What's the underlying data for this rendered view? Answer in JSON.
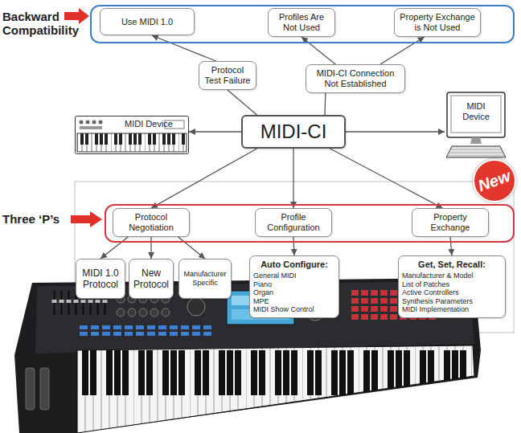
{
  "diagram": {
    "nodes": [
      {
        "text": [
          "Backward Compatibility"
        ]
      },
      {
        "text": [
          "Use MIDI 1.0"
        ],
        "in": 0
      },
      {
        "text": [
          "Profiles Are Not Used"
        ],
        "in": 0
      },
      {
        "text": [
          "Property Exchange is Not Used"
        ],
        "in": 0
      },
      {
        "text": [
          "Protocol Test Failure"
        ]
      },
      {
        "text": [
          "MIDI-CI Connection Not Established"
        ]
      },
      {
        "text": [
          "MIDI Device"
        ]
      },
      {
        "text": [
          "MIDI-CI"
        ]
      },
      {
        "text": [
          "MIDI Device"
        ]
      },
      {
        "text": [
          "New"
        ]
      },
      {
        "text": [
          "Three ‘P’s"
        ]
      },
      {
        "text": [
          "Protocol Negotiation"
        ],
        "in": 10
      },
      {
        "text": [
          "Profile Configuration"
        ],
        "in": 10
      },
      {
        "text": [
          "Property Exchange"
        ],
        "in": 10
      },
      {
        "text": [
          "MIDI 1.0 Protocol"
        ]
      },
      {
        "text": [
          "New Protocol"
        ]
      },
      {
        "text": [
          "Manufacturer Specific"
        ]
      },
      {
        "text": [
          "Auto Configure:",
          "General MIDI",
          "Piano",
          "Organ",
          "MPE",
          "MIDI Show Control"
        ]
      },
      {
        "text": [
          "Get, Set, Recall:",
          "Manufacturer & Model",
          "List of Patches",
          "Active Controllers",
          "Synthesis Parameters",
          "MIDI Implementation"
        ]
      }
    ],
    "edges": [
      {
        "from": 7,
        "to": 4,
        "arrow": "none"
      },
      {
        "from": 4,
        "to": 1,
        "arrow": "to"
      },
      {
        "from": 7,
        "to": 5,
        "arrow": "none"
      },
      {
        "from": 5,
        "to": 2,
        "arrow": "to"
      },
      {
        "from": 5,
        "to": 3,
        "arrow": "to"
      },
      {
        "from": 7,
        "to": 6,
        "arrow": "to"
      },
      {
        "from": 7,
        "to": 8,
        "arrow": "to"
      },
      {
        "from": 7,
        "to": 11,
        "arrow": "to"
      },
      {
        "from": 7,
        "to": 12,
        "arrow": "to"
      },
      {
        "from": 7,
        "to": 13,
        "arrow": "to"
      },
      {
        "from": 11,
        "to": 14,
        "arrow": "to"
      },
      {
        "from": 11,
        "to": 15,
        "arrow": "to"
      },
      {
        "from": 11,
        "to": 16,
        "arrow": "to"
      },
      {
        "from": 12,
        "to": 17,
        "arrow": "to"
      },
      {
        "from": 13,
        "to": 18,
        "arrow": "to"
      }
    ]
  }
}
